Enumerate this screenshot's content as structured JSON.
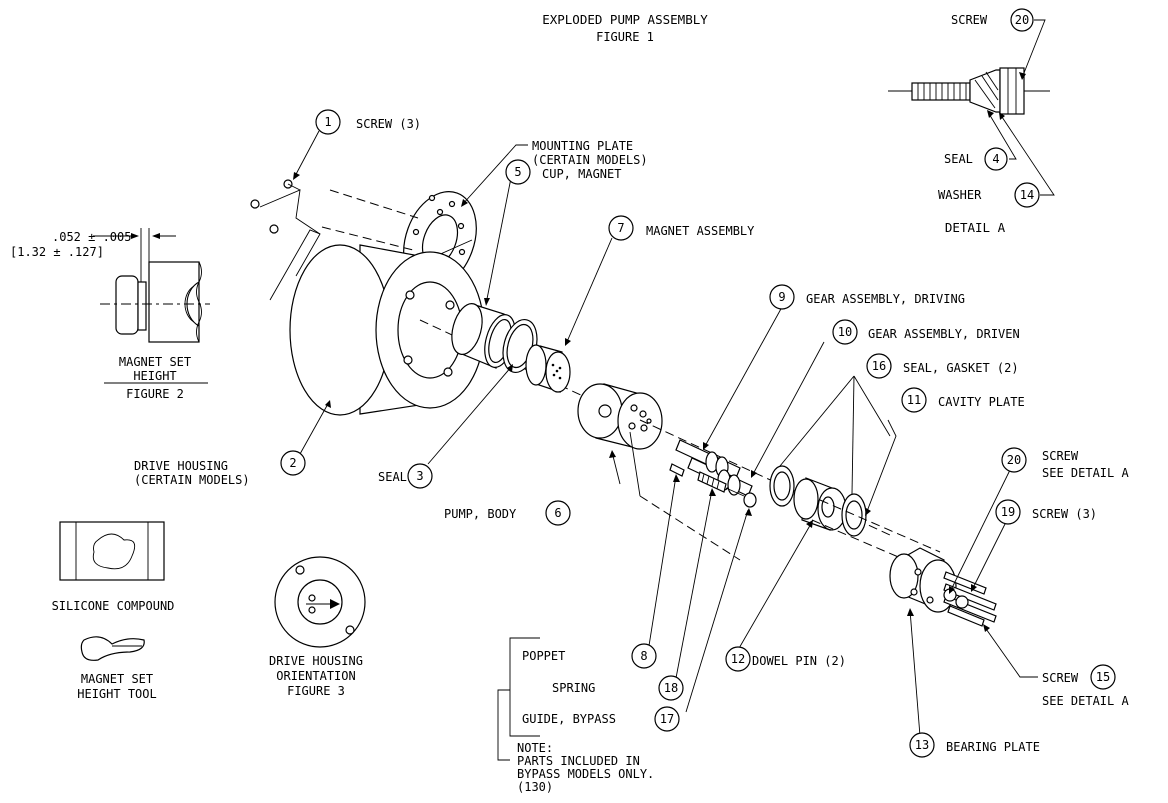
{
  "title": "EXPLODED PUMP ASSEMBLY",
  "subtitle": "FIGURE 1",
  "callouts": [
    {
      "num": "1",
      "label": "SCREW (3)"
    },
    {
      "num": "2",
      "label": "DRIVE HOUSING",
      "label2": "(CERTAIN MODELS)"
    },
    {
      "num": "3",
      "label": "SEAL"
    },
    {
      "num": "4",
      "label": "SEAL"
    },
    {
      "num": "5",
      "label": "CUP, MAGNET"
    },
    {
      "num": "6",
      "label": "PUMP, BODY"
    },
    {
      "num": "7",
      "label": "MAGNET ASSEMBLY"
    },
    {
      "num": "8",
      "label": "POPPET"
    },
    {
      "num": "9",
      "label": "GEAR ASSEMBLY, DRIVING"
    },
    {
      "num": "10",
      "label": "GEAR ASSEMBLY, DRIVEN"
    },
    {
      "num": "11",
      "label": "CAVITY PLATE"
    },
    {
      "num": "12",
      "label": "DOWEL PIN (2)"
    },
    {
      "num": "13",
      "label": "BEARING PLATE"
    },
    {
      "num": "14",
      "label": "WASHER"
    },
    {
      "num": "15",
      "label": "SCREW",
      "label2": "SEE DETAIL A"
    },
    {
      "num": "16",
      "label": "SEAL, GASKET (2)"
    },
    {
      "num": "17",
      "label": "GUIDE, BYPASS"
    },
    {
      "num": "18",
      "label": "SPRING"
    },
    {
      "num": "19",
      "label": "SCREW (3)"
    },
    {
      "num": "20",
      "label": "SCREW",
      "label2": "SEE DETAIL A"
    },
    {
      "num": "20",
      "label": "SCREW"
    }
  ],
  "mounting_plate": {
    "line1": "MOUNTING PLATE",
    "line2": "(CERTAIN MODELS)"
  },
  "detail_a": {
    "caption": "DETAIL A"
  },
  "figure2": {
    "dim1": ".052 ± .005",
    "dim2": "[1.32 ± .127]",
    "caption1": "MAGNET SET",
    "caption2": "HEIGHT",
    "caption3": "FIGURE 2"
  },
  "figure3": {
    "line1": "DRIVE HOUSING",
    "line2": "ORIENTATION",
    "line3": "FIGURE 3"
  },
  "silicone": {
    "label": "SILICONE COMPOUND"
  },
  "tool": {
    "line1": "MAGNET SET",
    "line2": "HEIGHT TOOL"
  },
  "note": {
    "line1": "NOTE:",
    "line2": "PARTS INCLUDED IN",
    "line3": "BYPASS MODELS ONLY.",
    "line4": "(130)"
  }
}
